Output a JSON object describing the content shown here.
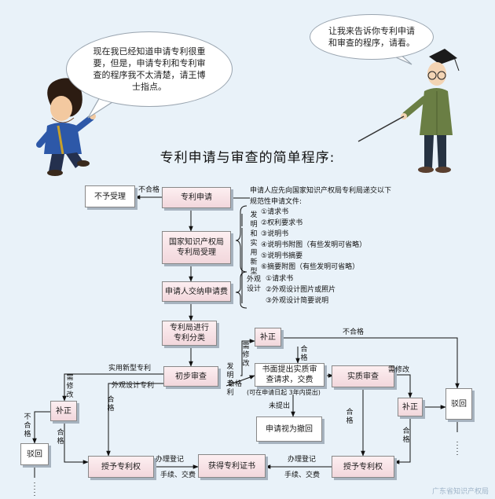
{
  "bubbles": {
    "left": "现在我已经知道申请专利很重要，但是，申请专利和专利审查的程序我不太清楚，请王博士指点。",
    "right": "让我来告诉你专利申请和审查的程序，请看。"
  },
  "title": "专利申请与审查的简单程序:",
  "nodes": {
    "reject_accept": "不予受理",
    "apply": "专利申请",
    "office_accept": "国家知识产权局专利局受理",
    "pay_fee": "申请人交纳申请费",
    "classify": "专利局进行专利分类",
    "prelim": "初步审查",
    "correct_top": "补正",
    "request": "书面提出实质审查请求，交费",
    "request_note": "(可在申请日起 3年内提出)",
    "withdrawn": "申请视为撤回",
    "substantive": "实质审查",
    "correct_right": "补正",
    "reject_right": "驳回",
    "correct_left": "补正",
    "reject_left": "驳回",
    "grant_left": "授予专利权",
    "certificate": "获得专利证书",
    "grant_right": "授予专利权"
  },
  "info": {
    "intro_line1": "申请人应先向国家知识产权局专利局递交以下",
    "intro_line2": "规范性申请文件:",
    "group1_label": "发明和实用新型",
    "group1": [
      "①请求书",
      "②权利要求书",
      "③说明书",
      "④说明书附图（有些发明可省略）",
      "⑤说明书摘要",
      "⑥摘要附图（有些发明可省略）"
    ],
    "group2_label": "外观设计",
    "group2": [
      "①请求书",
      "②外观设计图片或照片",
      "③外观设计简要说明"
    ]
  },
  "labels": {
    "unqualified": "不合格",
    "utility_model": "实用新型专利",
    "design_patent": "外观设计专利",
    "invention_patent": "发明专利",
    "needs_fix": "需修改",
    "qualified": "合格",
    "not_raised": "未提出",
    "register": "办理登记",
    "procedures": "手续、交费"
  },
  "watermark": "广东省知识产权局"
}
